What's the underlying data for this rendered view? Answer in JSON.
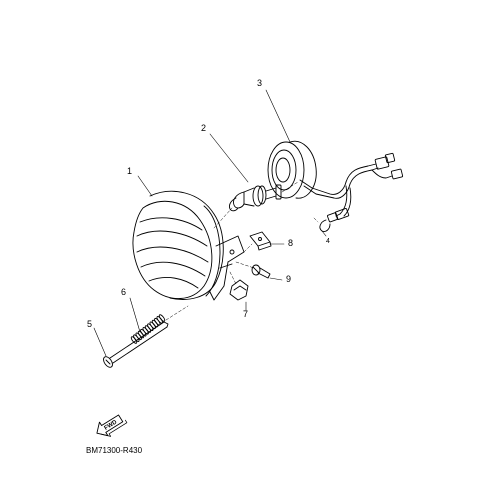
{
  "diagram": {
    "callouts": [
      "1",
      "2",
      "3",
      "4",
      "5",
      "6",
      "7",
      "8",
      "9"
    ],
    "fwd_label": "FWD",
    "drawing_code": "BM71300-R430",
    "colors": {
      "line": "#000000",
      "background": "#ffffff"
    }
  }
}
